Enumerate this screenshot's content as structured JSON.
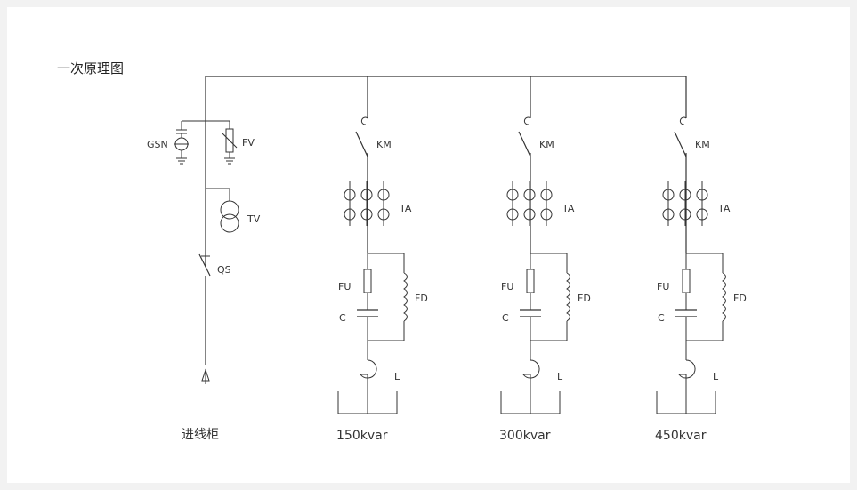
{
  "title": "一次原理图",
  "incoming": {
    "caption": "进线柜",
    "labels": {
      "gsn": "GSN",
      "fv": "FV",
      "tv": "TV",
      "qs": "QS"
    }
  },
  "branches": [
    {
      "caption": "150kvar",
      "km": "KM",
      "ta": "TA",
      "fu": "FU",
      "fd": "FD",
      "c": "C",
      "l": "L"
    },
    {
      "caption": "300kvar",
      "km": "KM",
      "ta": "TA",
      "fu": "FU",
      "fd": "FD",
      "c": "C",
      "l": "L"
    },
    {
      "caption": "450kvar",
      "km": "KM",
      "ta": "TA",
      "fu": "FU",
      "fd": "FD",
      "c": "C",
      "l": "L"
    }
  ]
}
